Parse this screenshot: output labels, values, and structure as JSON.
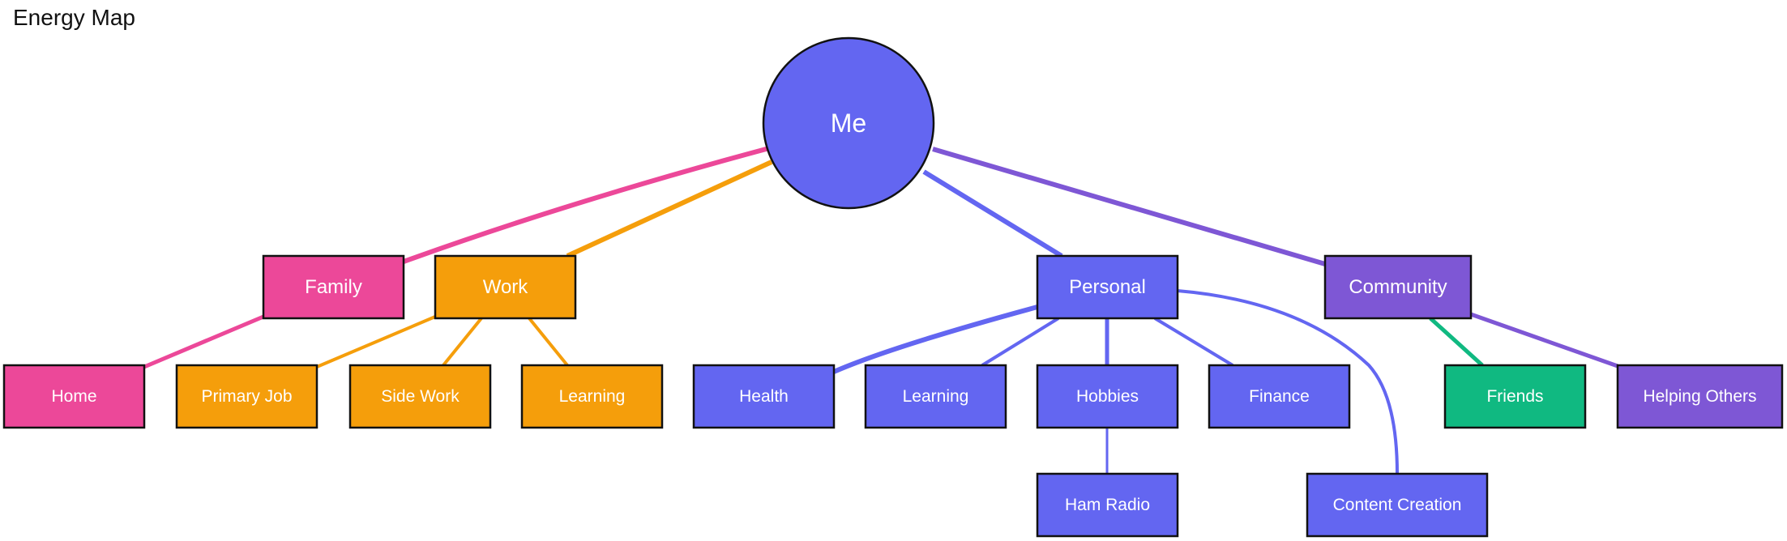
{
  "title": "Energy Map",
  "colors": {
    "pink": "#EC4899",
    "orange": "#F59E0B",
    "indigo": "#6366F1",
    "purple": "#7E57D5",
    "green": "#10B981",
    "border": "#111111",
    "text": "#ffffff"
  },
  "nodes": {
    "me": {
      "label": "Me",
      "color": "#6366F1"
    },
    "family": {
      "label": "Family",
      "color": "#EC4899"
    },
    "work": {
      "label": "Work",
      "color": "#F59E0B"
    },
    "personal": {
      "label": "Personal",
      "color": "#6366F1"
    },
    "community": {
      "label": "Community",
      "color": "#7E57D5"
    },
    "home": {
      "label": "Home",
      "color": "#EC4899"
    },
    "primary_job": {
      "label": "Primary Job",
      "color": "#F59E0B"
    },
    "side_work": {
      "label": "Side Work",
      "color": "#F59E0B"
    },
    "learning_work": {
      "label": "Learning",
      "color": "#F59E0B"
    },
    "health": {
      "label": "Health",
      "color": "#6366F1"
    },
    "learning_personal": {
      "label": "Learning",
      "color": "#6366F1"
    },
    "hobbies": {
      "label": "Hobbies",
      "color": "#6366F1"
    },
    "finance": {
      "label": "Finance",
      "color": "#6366F1"
    },
    "friends": {
      "label": "Friends",
      "color": "#10B981"
    },
    "helping_others": {
      "label": "Helping Others",
      "color": "#7E57D5"
    },
    "ham_radio": {
      "label": "Ham Radio",
      "color": "#6366F1"
    },
    "content_creation": {
      "label": "Content Creation",
      "color": "#6366F1"
    }
  },
  "edges": [
    {
      "from": "me",
      "to": "family",
      "color": "#EC4899"
    },
    {
      "from": "me",
      "to": "work",
      "color": "#F59E0B"
    },
    {
      "from": "me",
      "to": "personal",
      "color": "#6366F1"
    },
    {
      "from": "me",
      "to": "community",
      "color": "#7E57D5"
    },
    {
      "from": "family",
      "to": "home",
      "color": "#EC4899"
    },
    {
      "from": "work",
      "to": "primary_job",
      "color": "#F59E0B"
    },
    {
      "from": "work",
      "to": "side_work",
      "color": "#F59E0B"
    },
    {
      "from": "work",
      "to": "learning_work",
      "color": "#F59E0B"
    },
    {
      "from": "personal",
      "to": "health",
      "color": "#6366F1"
    },
    {
      "from": "personal",
      "to": "learning_personal",
      "color": "#6366F1"
    },
    {
      "from": "personal",
      "to": "hobbies",
      "color": "#6366F1"
    },
    {
      "from": "personal",
      "to": "finance",
      "color": "#6366F1"
    },
    {
      "from": "personal",
      "to": "content_creation",
      "color": "#6366F1"
    },
    {
      "from": "community",
      "to": "friends",
      "color": "#10B981"
    },
    {
      "from": "community",
      "to": "helping_others",
      "color": "#7E57D5"
    },
    {
      "from": "hobbies",
      "to": "ham_radio",
      "color": "#6366F1"
    }
  ]
}
